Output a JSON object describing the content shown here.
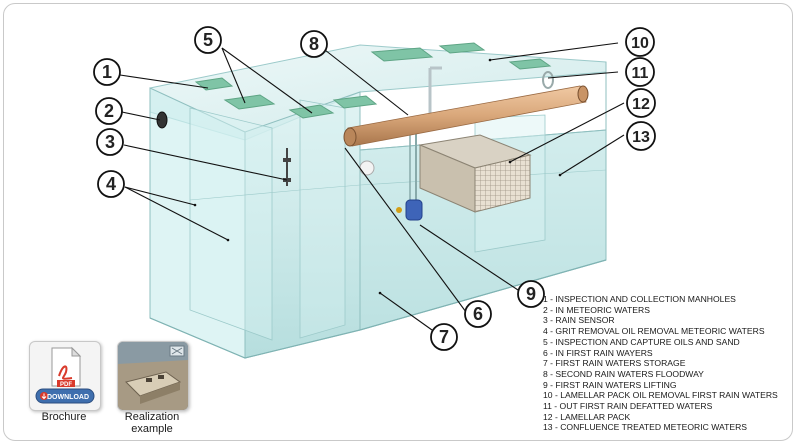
{
  "callouts": [
    {
      "n": "1"
    },
    {
      "n": "2"
    },
    {
      "n": "3"
    },
    {
      "n": "4"
    },
    {
      "n": "5"
    },
    {
      "n": "6"
    },
    {
      "n": "7"
    },
    {
      "n": "8"
    },
    {
      "n": "9"
    },
    {
      "n": "10"
    },
    {
      "n": "11"
    },
    {
      "n": "12"
    },
    {
      "n": "13"
    }
  ],
  "legend": [
    "1 - INSPECTION AND COLLECTION MANHOLES",
    "2 - IN METEORIC WATERS",
    "3 - RAIN SENSOR",
    "4 - GRIT REMOVAL OIL REMOVAL METEORIC WATERS",
    "5 - INSPECTION AND CAPTURE OILS AND SAND",
    "6 - IN FIRST RAIN WAYERS",
    "7 - FIRST RAIN WATERS STORAGE",
    "8 - SECOND RAIN WATERS FLOODWAY",
    "9 - FIRST RAIN WATERS LIFTING",
    "10 - LAMELLAR PACK OIL REMOVAL FIRST RAIN WATERS",
    "11 - OUT FIRST RAIN DEFATTED WATERS",
    "12 - LAMELLAR PACK",
    "13 - CONFLUENCE TREATED METEORIC WATERS"
  ],
  "brochure": {
    "caption": "Brochure",
    "pdf_label": "PDF",
    "download_label": "DOWNLOAD"
  },
  "realization": {
    "caption_line1": "Realization",
    "caption_line2": "example"
  },
  "colors": {
    "glass": "#bfe6e6",
    "glass_edge": "#8fbfbf",
    "manhole": "#7fc4a6",
    "pipe": "#d9a77a",
    "pdf_red": "#d93a2b",
    "download_blue": "#3f6fae"
  }
}
